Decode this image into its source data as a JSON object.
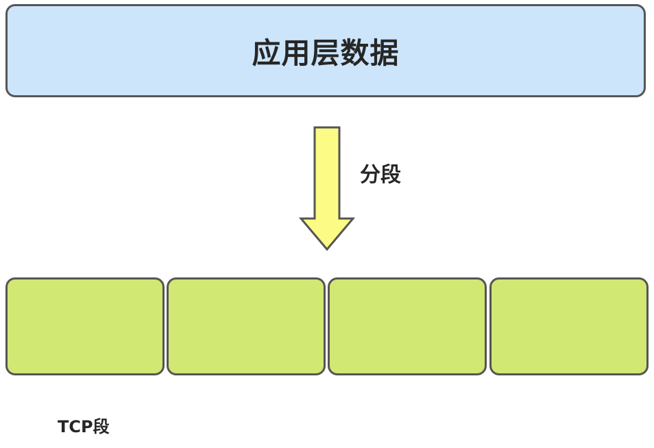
{
  "application_data": {
    "label": "应用层数据",
    "fill_color": "#cce5fb"
  },
  "process": {
    "label": "分段",
    "arrow_color": "#fbfb86",
    "arrow_direction": "down"
  },
  "segments": {
    "count": 4,
    "fill_color": "#d1e872",
    "label": "TCP段"
  },
  "colors": {
    "outline": "#555555",
    "text": "#262626"
  }
}
